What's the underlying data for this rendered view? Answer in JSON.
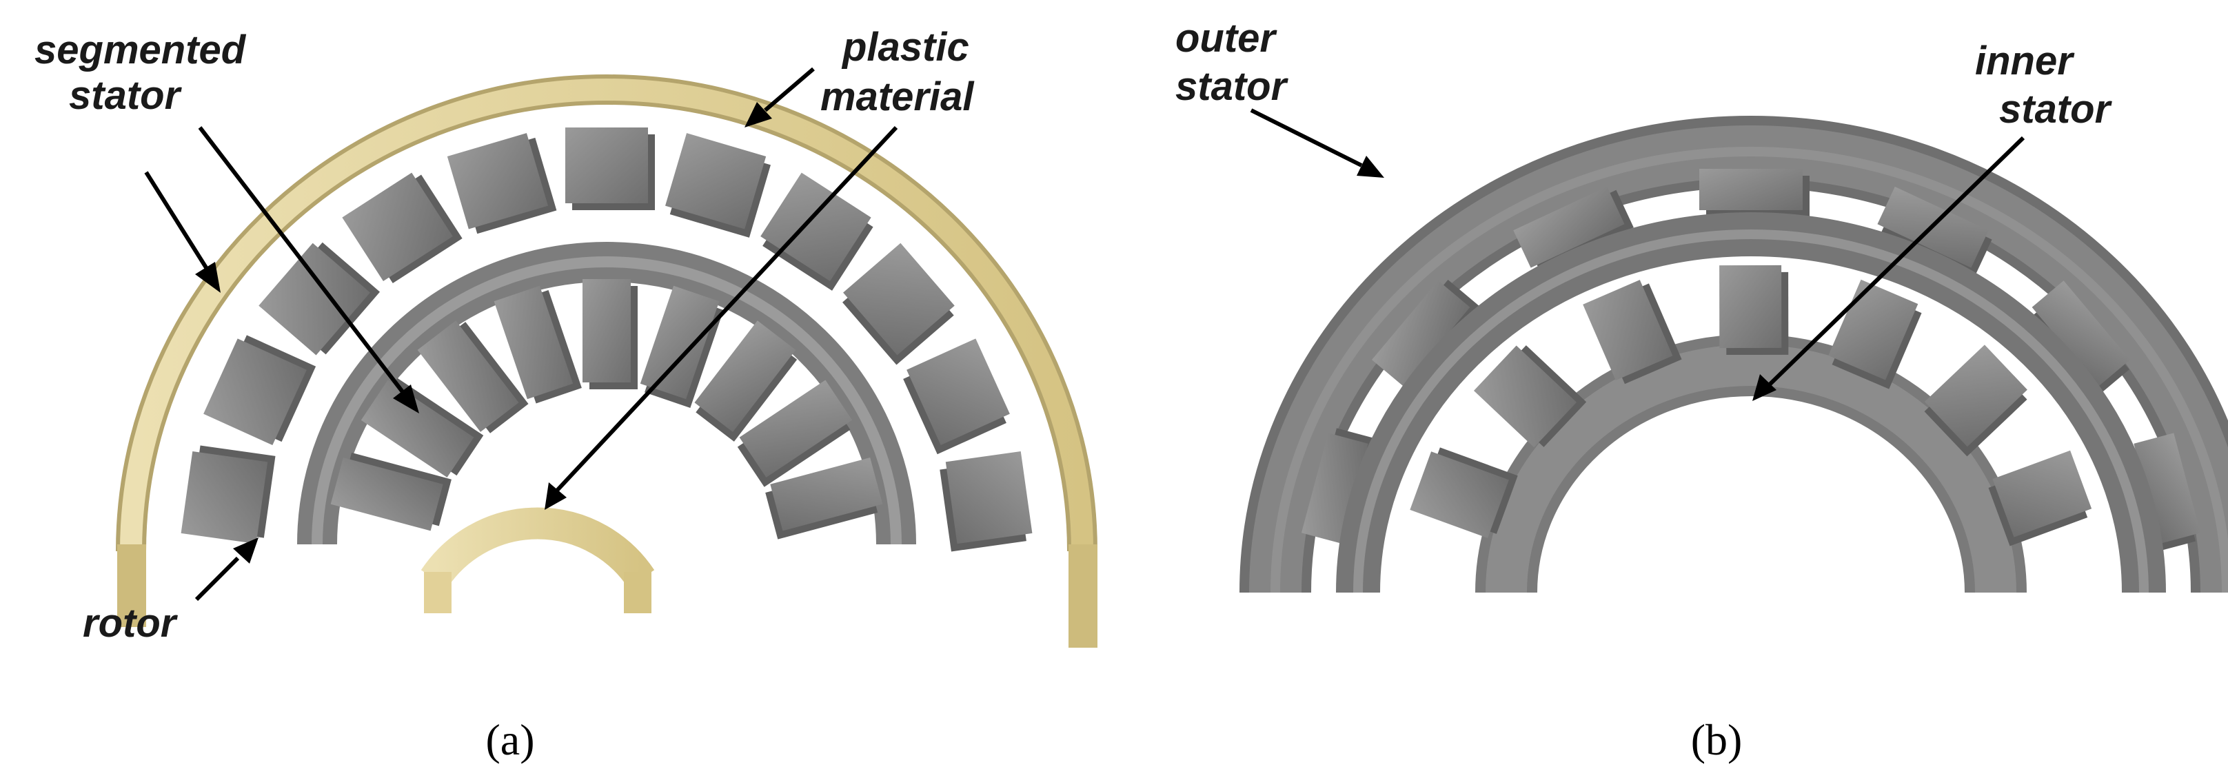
{
  "panels": [
    {
      "caption": "(a)",
      "labels": {
        "segmented_stator": [
          "segmented",
          "stator"
        ],
        "plastic_material": [
          "plastic",
          "material"
        ],
        "rotor": "rotor"
      },
      "colors": {
        "plastic": "#e2d198",
        "steel": "#7d7d7d"
      }
    },
    {
      "caption": "(b)",
      "labels": {
        "outer_stator": [
          "outer",
          "stator"
        ],
        "inner_stator": [
          "inner",
          "stator"
        ]
      },
      "colors": {
        "steel": "#7d7d7d"
      }
    }
  ]
}
